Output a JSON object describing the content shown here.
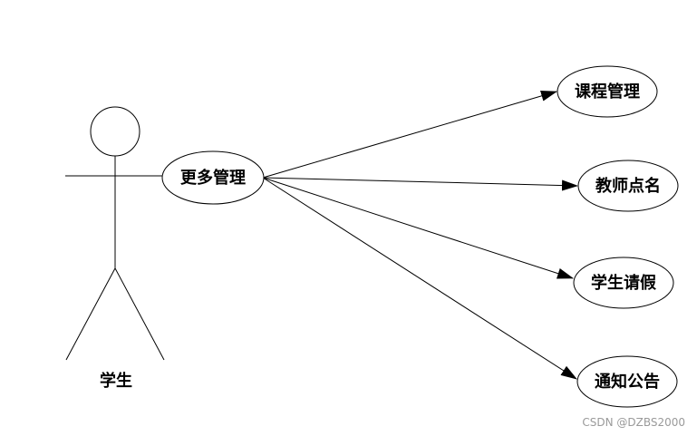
{
  "diagram": {
    "actor": {
      "label": "学生"
    },
    "main_use_case": {
      "label": "更多管理"
    },
    "use_cases": [
      {
        "label": "课程管理"
      },
      {
        "label": "教师点名"
      },
      {
        "label": "学生请假"
      },
      {
        "label": "通知公告"
      }
    ]
  },
  "watermark": "CSDN @DZBS2000"
}
